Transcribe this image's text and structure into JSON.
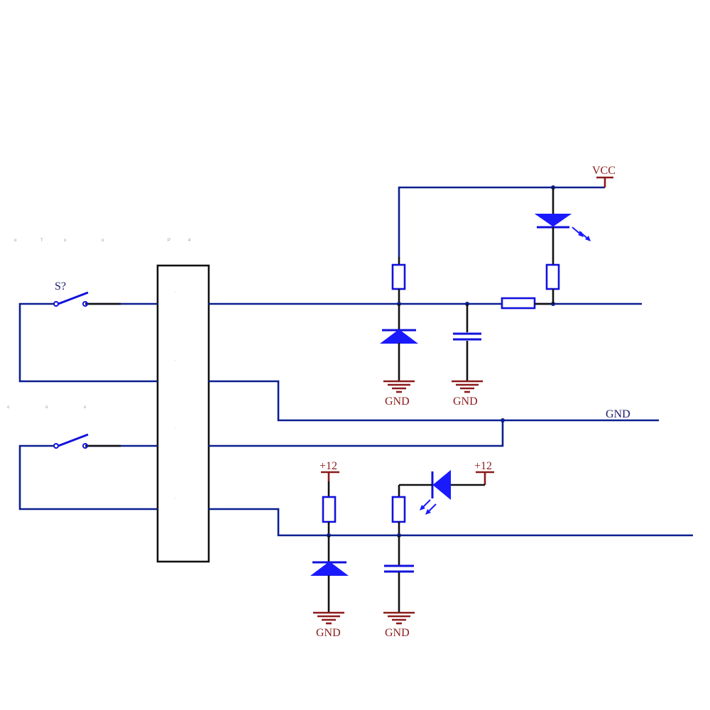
{
  "labels": {
    "vcc": "VCC",
    "plus12_left": "+12",
    "plus12_right": "+12",
    "gnd_top_1": "GND",
    "gnd_top_2": "GND",
    "gnd_net": "GND",
    "gnd_bottom_1": "GND",
    "gnd_bottom_2": "GND",
    "switch_ref": "S?"
  },
  "faint_text": {
    "row1": [
      "o",
      "T",
      "o",
      "o",
      "P",
      "4"
    ],
    "row2": [
      "o",
      "o",
      "o"
    ],
    "pins": [
      ".",
      ".",
      ".",
      "."
    ]
  },
  "colors": {
    "wire": "#0a1f8f",
    "component": "#1111dd",
    "power": "#8b1a1a"
  }
}
